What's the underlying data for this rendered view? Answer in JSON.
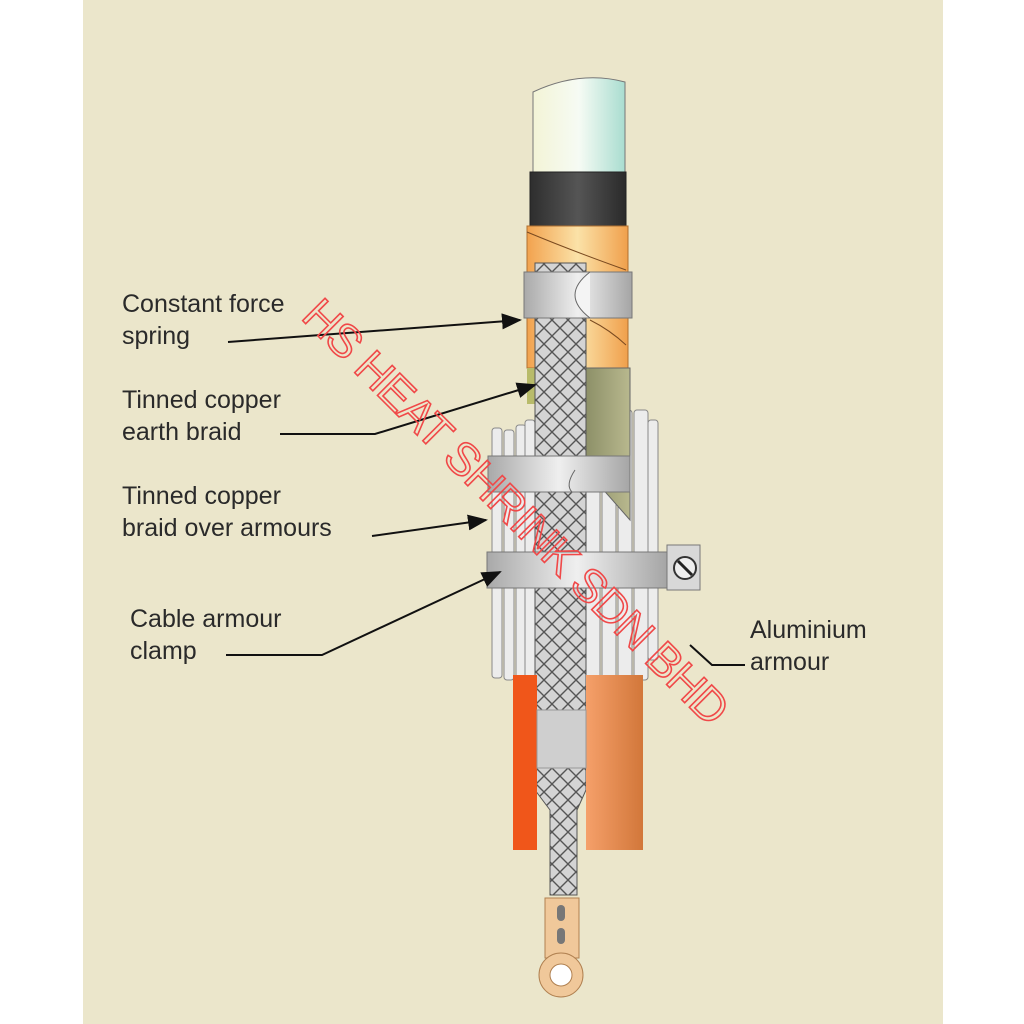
{
  "diagram": {
    "labels": {
      "spring": [
        "Constant force",
        "spring"
      ],
      "earth_braid": [
        "Tinned copper",
        "earth braid"
      ],
      "braid_over_armours": [
        "Tinned copper",
        "braid over armours"
      ],
      "armour_clamp": [
        "Cable armour",
        "clamp"
      ],
      "aluminium_armour": [
        "Aluminium",
        "armour"
      ]
    },
    "watermark": "HS HEAT SHRINK SDN BHD",
    "colors": {
      "background": "#ebe6cb",
      "insulation": "#e6f4e6",
      "semicon": "#3c3c3c",
      "copper_tape": "#f3b36a",
      "braid": "#c9c9c9",
      "clamp": "#c4c4c4",
      "sleeve_left": "#f0561a",
      "sleeve_right": "#e0955a",
      "lug": "#f0c89a",
      "watermark": "#f04848"
    }
  }
}
